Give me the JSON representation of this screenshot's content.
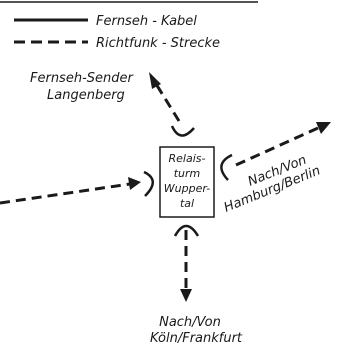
{
  "legend": {
    "solid_label": "Fernseh - Kabel",
    "dashed_label": "Richtfunk - Strecke"
  },
  "nodes": {
    "sender": {
      "line1": "Fernseh-Sender",
      "line2": "Langenberg"
    },
    "relay": {
      "line1": "Relais-",
      "line2": "turm",
      "line3": "Wupper-",
      "line4": "tal"
    },
    "hamburg": {
      "line1": "Nach/Von",
      "line2": "Hamburg/Berlin"
    },
    "koeln": {
      "line1": "Nach/Von",
      "line2": "Köln/Frankfurt"
    }
  },
  "colors": {
    "ink": "#1a1a1a",
    "paper": "#ffffff"
  }
}
